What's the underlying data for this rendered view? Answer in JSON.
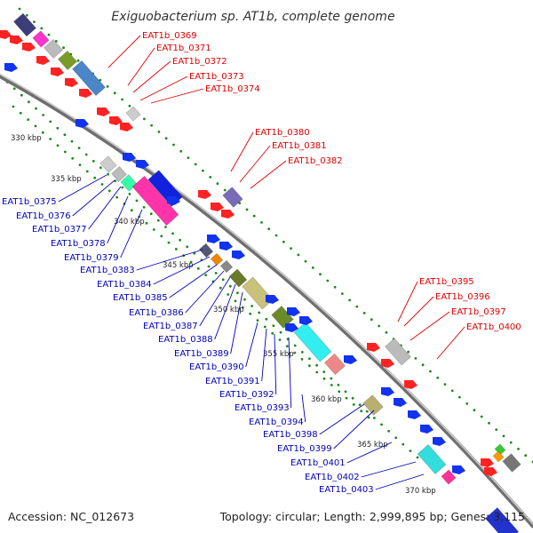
{
  "title": "Exiguobacterium sp. AT1b, complete genome",
  "accession_text": "Accession: NC_012673",
  "summary_text": "Topology: circular; Length: 2,999,895 bp; Genes: 3,115",
  "colors": {
    "forward_label": "#dd0000",
    "reverse_label": "#0000bb",
    "backbone": "#777777",
    "tick_dots": "#1a8a1a"
  },
  "kbp_markers": [
    "330 kbp",
    "335 kbp",
    "340 kbp",
    "345 kbp",
    "350 kbp",
    "355 kbp",
    "360 kbp",
    "365 kbp",
    "370 kbp"
  ],
  "forward_labels": [
    "EAT1b_0369",
    "EAT1b_0371",
    "EAT1b_0372",
    "EAT1b_0373",
    "EAT1b_0374",
    "EAT1b_0380",
    "EAT1b_0381",
    "EAT1b_0382",
    "EAT1b_0395",
    "EAT1b_0396",
    "EAT1b_0397",
    "EAT1b_0400"
  ],
  "reverse_labels": [
    "EAT1b_0375",
    "EAT1b_0376",
    "EAT1b_0377",
    "EAT1b_0378",
    "EAT1b_0379",
    "EAT1b_0383",
    "EAT1b_0384",
    "EAT1b_0385",
    "EAT1b_0386",
    "EAT1b_0387",
    "EAT1b_0388",
    "EAT1b_0389",
    "EAT1b_0390",
    "EAT1b_0391",
    "EAT1b_0392",
    "EAT1b_0393",
    "EAT1b_0394",
    "EAT1b_0398",
    "EAT1b_0399",
    "EAT1b_0401",
    "EAT1b_0402",
    "EAT1b_0403"
  ]
}
